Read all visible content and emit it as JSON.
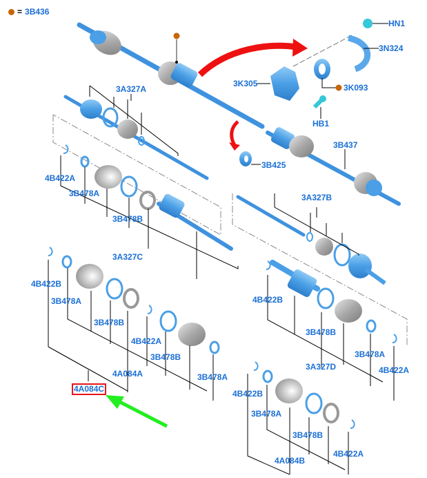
{
  "legend": {
    "symbol": "orange-dot",
    "equals": "=",
    "part": "3B436",
    "dot_color": "#c8660a"
  },
  "colors": {
    "label": "#1a6fd6",
    "part_blue": "#5aa8ea",
    "part_gray": "#b8b8b8",
    "cyan_fastener": "#35c8d8",
    "red_arrow": "#ee1111",
    "green_arrow": "#22ee22",
    "highlight_box": "#e8141a",
    "leader_line": "#222222"
  },
  "labels": {
    "hn1": "HN1",
    "n324": "3N324",
    "k305": "3K305",
    "k093": "3K093",
    "hb1": "HB1",
    "a327a": "3A327A",
    "b425": "3B425",
    "b437": "3B437",
    "b422a_1": "4B422A",
    "b478a_1": "3B478A",
    "b478b_1": "3B478B",
    "a327c": "3A327C",
    "a327b": "3A327B",
    "b422b_1": "4B422B",
    "b478a_2": "3B478A",
    "b478b_2": "3B478B",
    "b422a_2": "4B422A",
    "b478b_3": "3B478B",
    "a084a": "4A084A",
    "b478a_3": "3B478A",
    "a084c": "4A084C",
    "b422b_2": "4B422B",
    "b478b_4": "3B478B",
    "a327d": "3A327D",
    "b478a_4": "3B478A",
    "b422a_3": "4B422A",
    "b422b_3": "4B422B",
    "b478a_5": "3B478A",
    "b478b_5": "3B478B",
    "a084b": "4A084B",
    "b422a_4": "4B422A"
  },
  "highlighted_part": "4A084C"
}
